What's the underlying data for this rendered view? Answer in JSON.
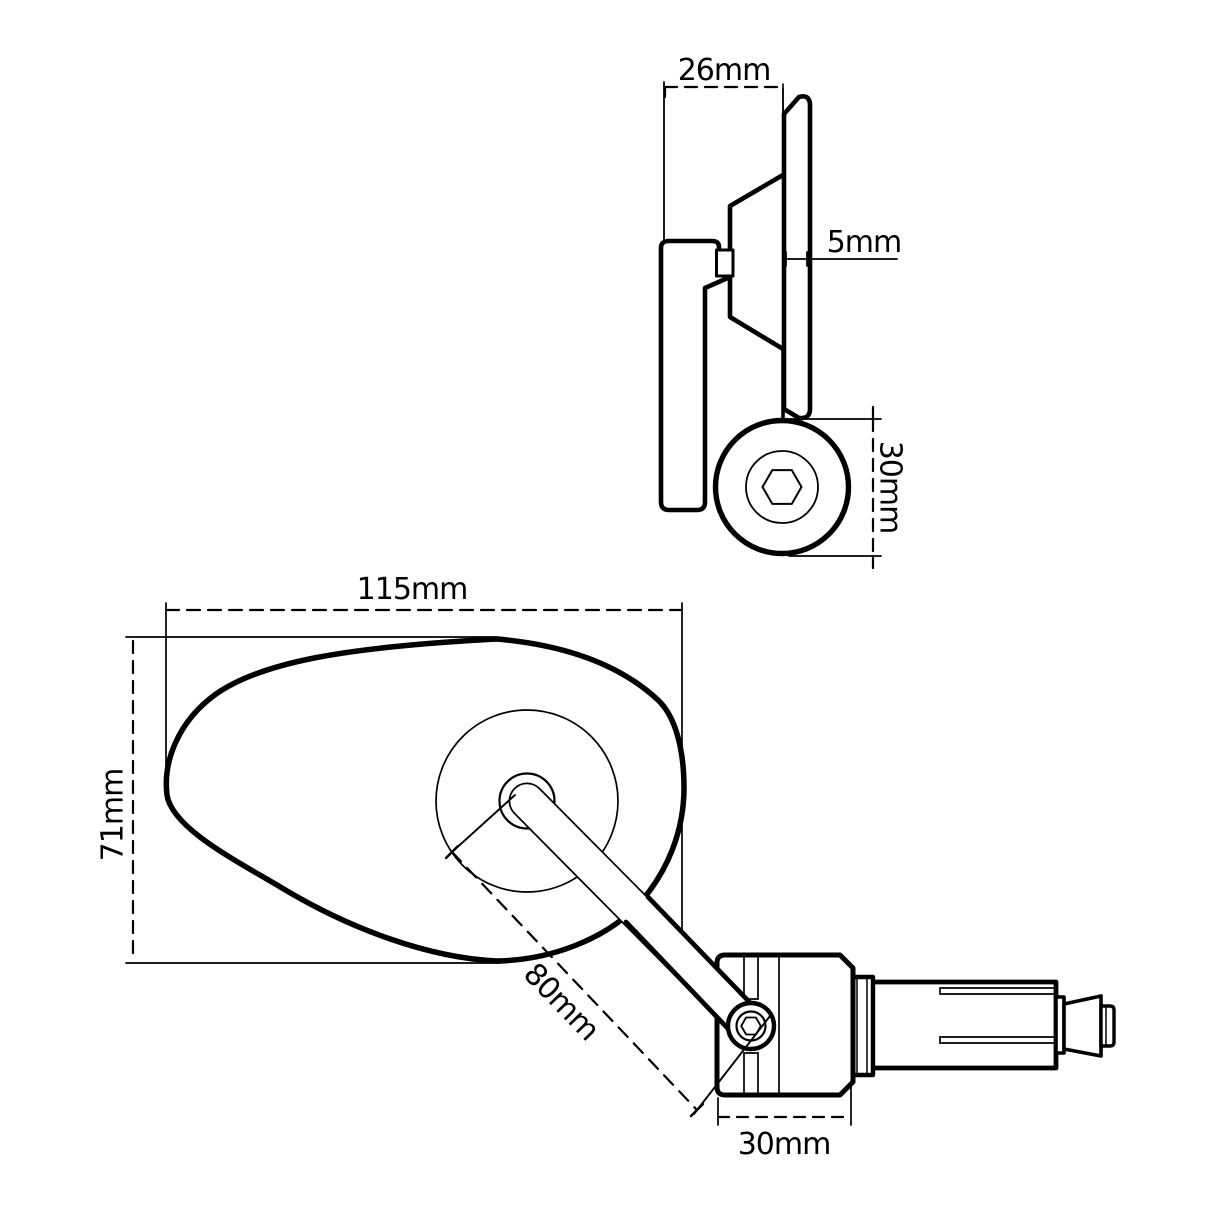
{
  "drawing": {
    "background_color": "#ffffff",
    "line_color": "#000000"
  },
  "side_view": {
    "mirror_width": "26mm",
    "glass_thickness": "5mm",
    "clamp_diameter": "30mm"
  },
  "front_view": {
    "head_width": "115mm",
    "head_height": "71mm",
    "arm_length": "80mm",
    "clamp_width": "30mm"
  }
}
